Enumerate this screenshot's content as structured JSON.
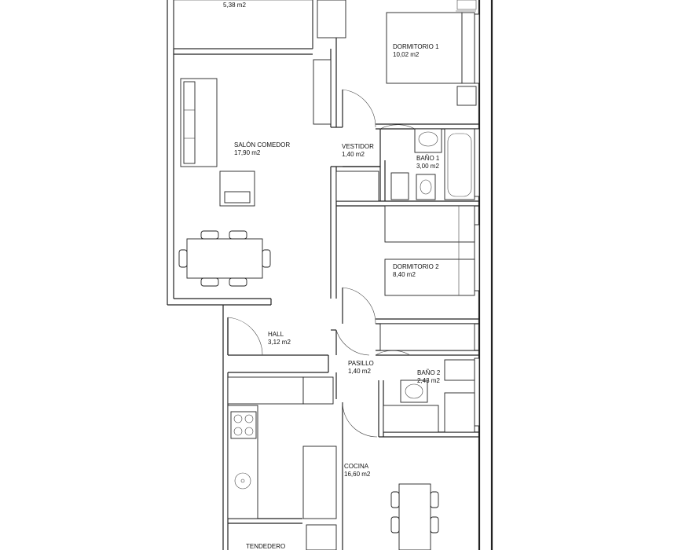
{
  "rooms": [
    {
      "id": "top-room",
      "name": "",
      "area": "5,38 m2"
    },
    {
      "id": "dormitorio-1",
      "name": "DORMITORIO 1",
      "area": "10,02 m2"
    },
    {
      "id": "salon-comedor",
      "name": "SALÓN COMEDOR",
      "area": "17,90 m2"
    },
    {
      "id": "vestidor",
      "name": "VESTIDOR",
      "area": "1,40 m2"
    },
    {
      "id": "bano-1",
      "name": "BAÑO 1",
      "area": "3,00 m2"
    },
    {
      "id": "dormitorio-2",
      "name": "DORMITORIO 2",
      "area": "8,40 m2"
    },
    {
      "id": "hall",
      "name": "HALL",
      "area": "3,12 m2"
    },
    {
      "id": "pasillo",
      "name": "PASILLO",
      "area": "1,40 m2"
    },
    {
      "id": "bano-2",
      "name": "BAÑO 2",
      "area": "2,43 m2"
    },
    {
      "id": "cocina",
      "name": "COCINA",
      "area": "16,60 m2"
    },
    {
      "id": "tendedero",
      "name": "TENDEDERO",
      "area": ""
    }
  ]
}
